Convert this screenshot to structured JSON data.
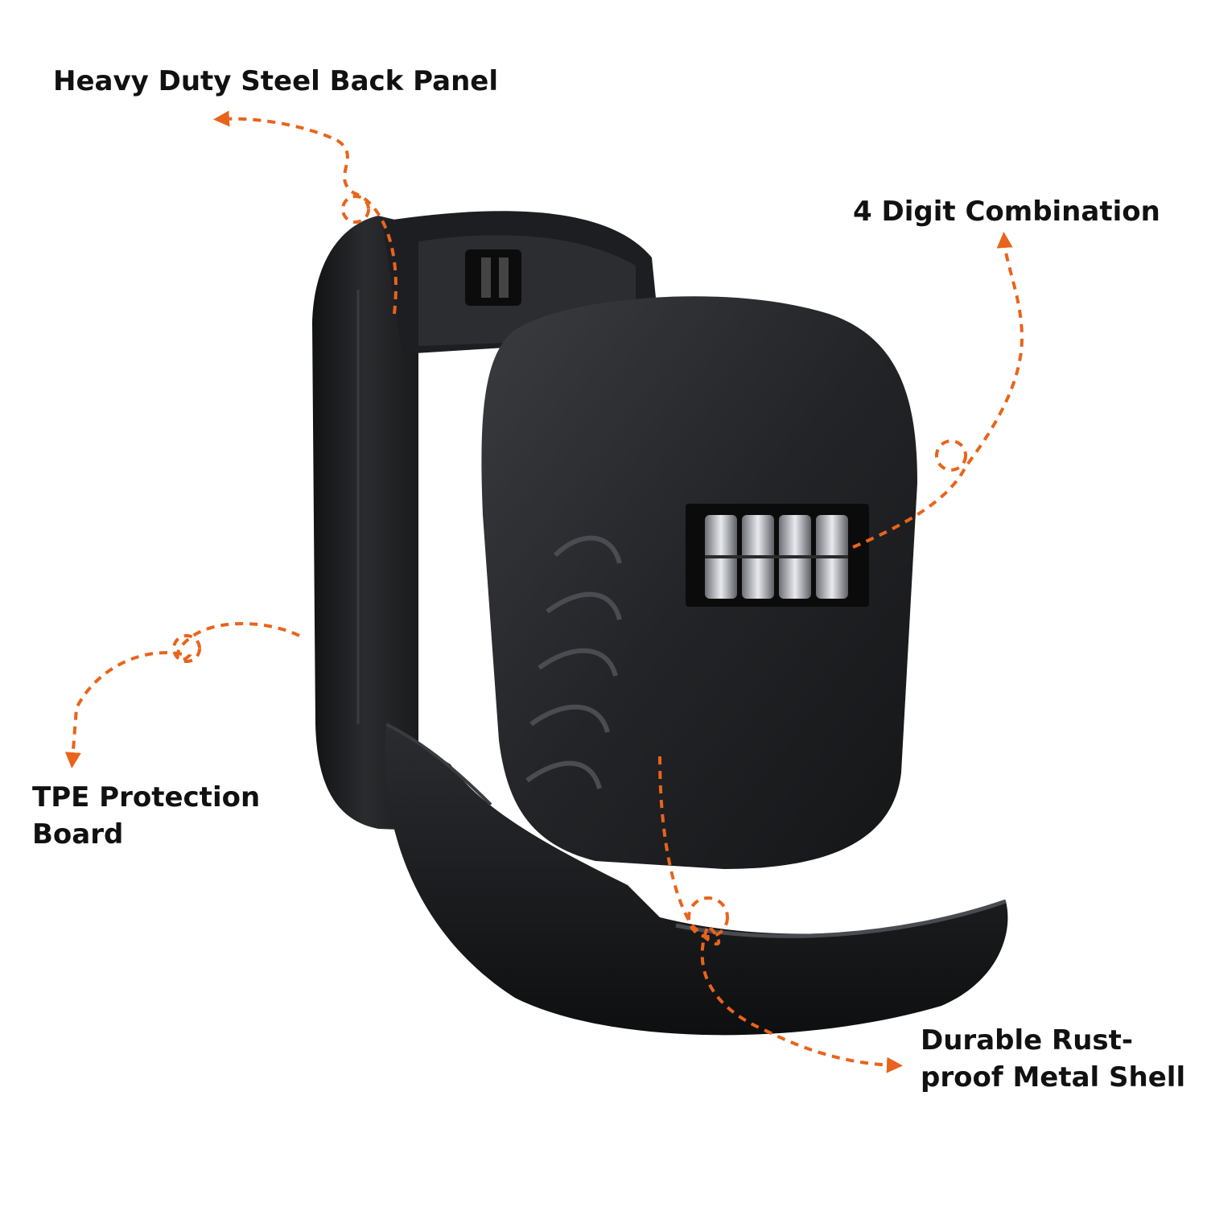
{
  "callouts": {
    "back_panel": "Heavy Duty Steel Back Panel",
    "combination": "4 Digit Combination",
    "tpe_line1": "TPE Protection",
    "tpe_line2": "Board",
    "shell_line1": "Durable Rust-",
    "shell_line2": "proof Metal Shell"
  },
  "colors": {
    "background": "#ffffff",
    "accent": "#e8641c",
    "body": "#1b1c1e",
    "text": "#111111"
  }
}
